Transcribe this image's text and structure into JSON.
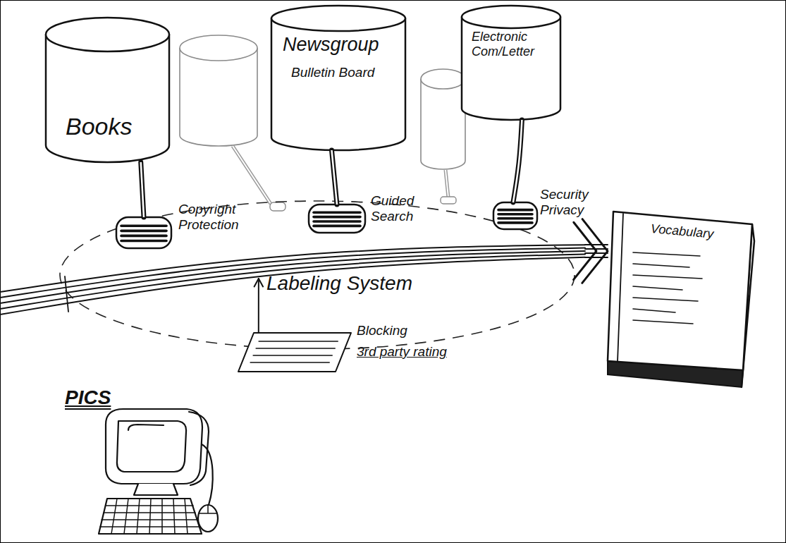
{
  "diagram": {
    "nodes": [
      {
        "text": [
          "Books"
        ]
      },
      {
        "text": [
          "Newsgroup",
          "Bulletin Board"
        ]
      },
      {
        "text": [
          "Electronic Com/Letter"
        ]
      },
      {
        "text": [
          "Copyright Protection"
        ]
      },
      {
        "text": [
          "Guided Search"
        ]
      },
      {
        "text": [
          "Security Privacy"
        ]
      },
      {
        "text": [
          "Vocabulary"
        ]
      },
      {
        "text": [
          "Labeling System"
        ]
      },
      {
        "text": [
          "Blocking",
          "3rd party rating"
        ]
      }
    ],
    "edges": [
      {
        "from": 0,
        "to": 3,
        "arrow": "none"
      },
      {
        "from": 1,
        "to": 4,
        "arrow": "none"
      },
      {
        "from": 2,
        "to": 5,
        "arrow": "none"
      },
      {
        "from": 7,
        "to": 6,
        "arrow": "to"
      },
      {
        "from": 8,
        "to": 7,
        "arrow": "to"
      }
    ],
    "labels": [
      "PICS"
    ]
  }
}
